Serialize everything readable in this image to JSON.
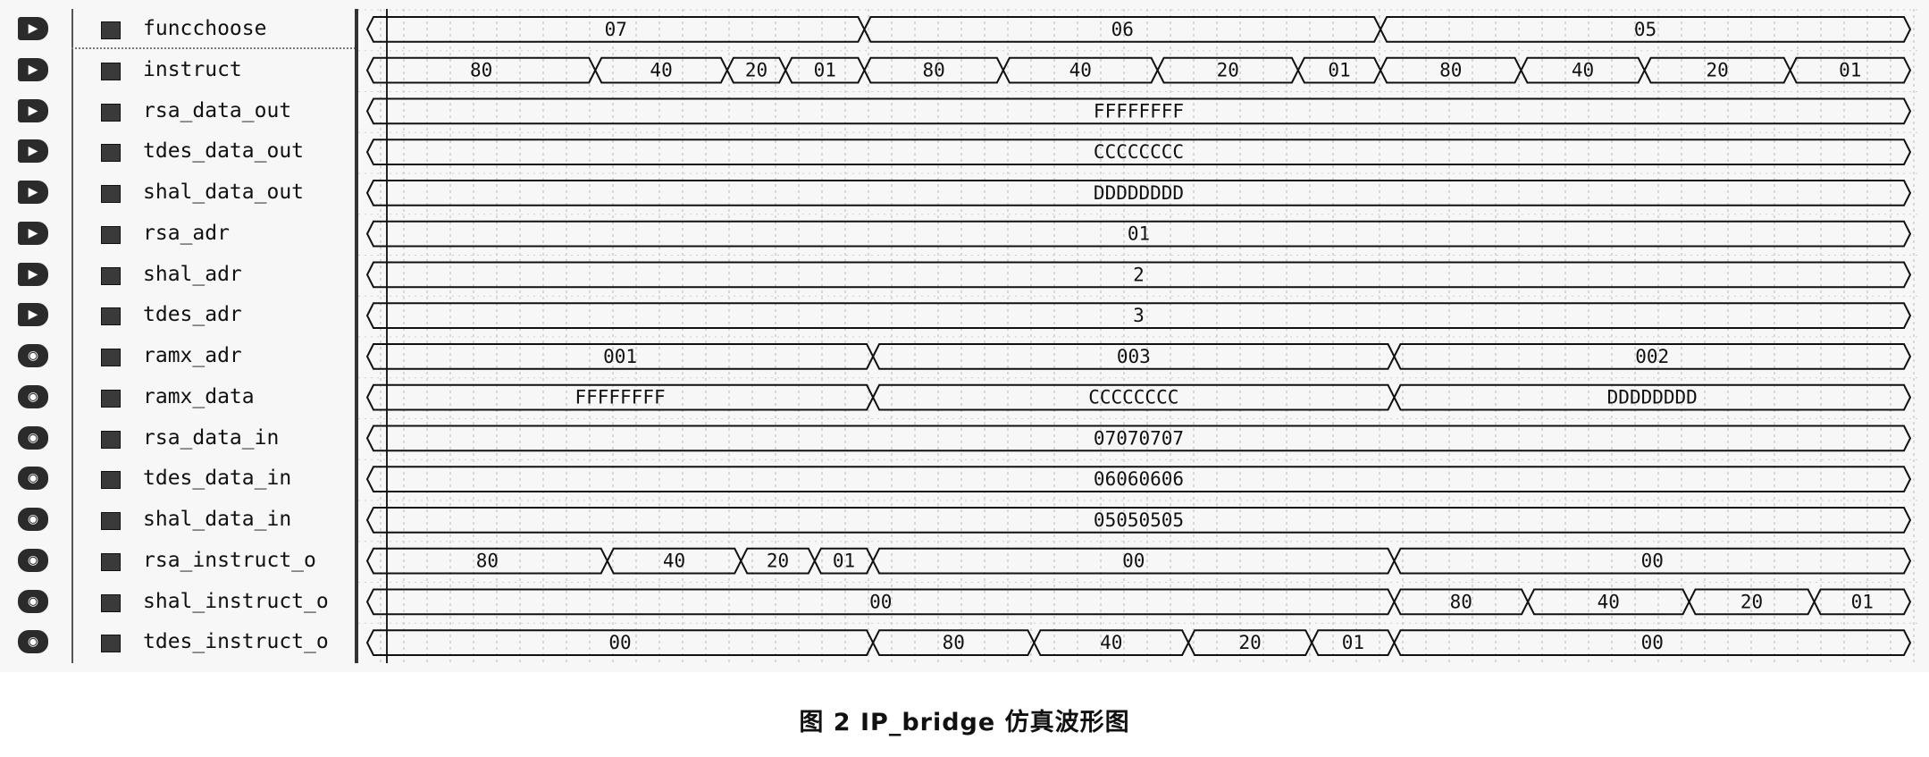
{
  "caption": "图 2   IP_bridge 仿真波形图",
  "signals": [
    {
      "name": "funcchoose",
      "port": "in",
      "segments": [
        {
          "start": 0,
          "end": 0.3222,
          "value": "07"
        },
        {
          "start": 0.3222,
          "end": 0.6567,
          "value": "06"
        },
        {
          "start": 0.6567,
          "end": 1,
          "value": "05"
        }
      ]
    },
    {
      "name": "instruct",
      "port": "in",
      "segments": [
        {
          "start": 0,
          "end": 0.1478,
          "value": "80"
        },
        {
          "start": 0.1478,
          "end": 0.2333,
          "value": "40"
        },
        {
          "start": 0.2333,
          "end": 0.3267,
          "value": "20"
        },
        {
          "start": 0.3267,
          "end": 0.3278,
          "value": ""
        },
        {
          "start": 0.3278,
          "end": 0.3233,
          "value": ""
        },
        {
          "start": 0.2711,
          "end": 0.3222,
          "value": "01"
        },
        {
          "start": 0.3222,
          "end": 0.4122,
          "value": "80"
        },
        {
          "start": 0.4122,
          "end": 0.5122,
          "value": "40"
        },
        {
          "start": 0.5122,
          "end": 0.6033,
          "value": "20"
        },
        {
          "start": 0.6033,
          "end": 0.6567,
          "value": "01"
        },
        {
          "start": 0.6567,
          "end": 0.7478,
          "value": "80"
        },
        {
          "start": 0.7478,
          "end": 0.8278,
          "value": "40"
        },
        {
          "start": 0.8278,
          "end": 0.9222,
          "value": "20"
        },
        {
          "start": 0.9222,
          "end": 1,
          "value": "01"
        }
      ]
    },
    {
      "name": "rsa_data_out",
      "port": "in",
      "segments": [
        {
          "start": 0,
          "end": 1,
          "value": "FFFFFFFF"
        }
      ]
    },
    {
      "name": "tdes_data_out",
      "port": "in",
      "segments": [
        {
          "start": 0,
          "end": 1,
          "value": "CCCCCCCC"
        }
      ]
    },
    {
      "name": "shal_data_out",
      "port": "in",
      "segments": [
        {
          "start": 0,
          "end": 1,
          "value": "DDDDDDDD"
        }
      ]
    },
    {
      "name": "rsa_adr",
      "port": "in",
      "segments": [
        {
          "start": 0,
          "end": 1,
          "value": "01"
        }
      ]
    },
    {
      "name": "shal_adr",
      "port": "in",
      "segments": [
        {
          "start": 0,
          "end": 1,
          "value": "2"
        }
      ]
    },
    {
      "name": "tdes_adr",
      "port": "in",
      "segments": [
        {
          "start": 0,
          "end": 1,
          "value": "3"
        }
      ]
    },
    {
      "name": "ramx_adr",
      "port": "out",
      "segments": [
        {
          "start": 0,
          "end": 0.3278,
          "value": "001"
        },
        {
          "start": 0.3278,
          "end": 0.6656,
          "value": "003"
        },
        {
          "start": 0.6656,
          "end": 1,
          "value": "002"
        }
      ]
    },
    {
      "name": "ramx_data",
      "port": "out",
      "segments": [
        {
          "start": 0,
          "end": 0.3278,
          "value": "FFFFFFFF"
        },
        {
          "start": 0.3278,
          "end": 0.6656,
          "value": "CCCCCCCC"
        },
        {
          "start": 0.6656,
          "end": 1,
          "value": "DDDDDDDD"
        }
      ]
    },
    {
      "name": "rsa_data_in",
      "port": "out",
      "segments": [
        {
          "start": 0,
          "end": 1,
          "value": "07070707"
        }
      ]
    },
    {
      "name": "tdes_data_in",
      "port": "out",
      "segments": [
        {
          "start": 0,
          "end": 1,
          "value": "06060606"
        }
      ]
    },
    {
      "name": "shal_data_in",
      "port": "out",
      "segments": [
        {
          "start": 0,
          "end": 1,
          "value": "05050505"
        }
      ]
    },
    {
      "name": "rsa_instruct_o",
      "port": "out",
      "segments": [
        {
          "start": 0,
          "end": 0.1556,
          "value": "80"
        },
        {
          "start": 0.1556,
          "end": 0.2422,
          "value": "40"
        },
        {
          "start": 0.2422,
          "end": 0.35,
          "value": "20"
        },
        {
          "start": 0.29,
          "end": 0.3278,
          "value": "01"
        },
        {
          "start": 0.3278,
          "end": 0.6656,
          "value": "00"
        },
        {
          "start": 0.6656,
          "end": 1,
          "value": "00"
        }
      ]
    },
    {
      "name": "shal_instruct_o",
      "port": "out",
      "segments": [
        {
          "start": 0,
          "end": 0.6656,
          "value": "00"
        },
        {
          "start": 0.6656,
          "end": 0.7522,
          "value": "80"
        },
        {
          "start": 0.7522,
          "end": 0.8567,
          "value": "40"
        },
        {
          "start": 0.8567,
          "end": 0.9378,
          "value": "20"
        },
        {
          "start": 0.9378,
          "end": 1,
          "value": "01"
        }
      ]
    },
    {
      "name": "tdes_instruct_o",
      "port": "out",
      "segments": [
        {
          "start": 0,
          "end": 0.3278,
          "value": "00"
        },
        {
          "start": 0.3278,
          "end": 0.4322,
          "value": "80"
        },
        {
          "start": 0.4322,
          "end": 0.5322,
          "value": "40"
        },
        {
          "start": 0.5322,
          "end": 0.6122,
          "value": "20"
        },
        {
          "start": 0.6122,
          "end": 0.6656,
          "value": "01"
        },
        {
          "start": 0.6656,
          "end": 1,
          "value": "00"
        }
      ]
    }
  ]
}
